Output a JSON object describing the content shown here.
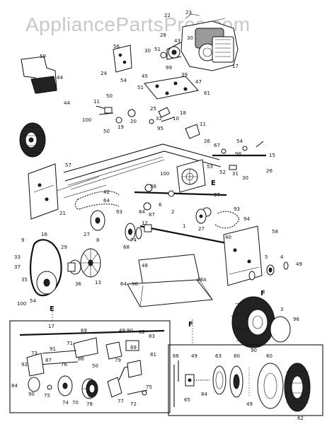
{
  "watermark": "AppliancePartsPros.com",
  "section_labels": {
    "detail_e_inset": "E",
    "detail_e_callout": "E",
    "detail_f_inset": "F",
    "detail_f_callout": "F"
  },
  "callouts": {
    "n22": "22",
    "n23": "23",
    "n43": "43",
    "n28": "28",
    "n30": "30",
    "n17": "17",
    "n59": "59",
    "n44a": "44",
    "n44b": "44",
    "n56": "56",
    "n24": "24",
    "n54a": "54",
    "n30b": "30",
    "n51": "51",
    "n99": "99",
    "n45": "45",
    "n39": "39",
    "n47": "47",
    "n51b": "51",
    "n61": "61",
    "n50a": "50",
    "n11": "11",
    "n100a": "100",
    "n50b": "50",
    "n19": "19",
    "n20": "20",
    "n25": "25",
    "n32": "32",
    "n95": "95",
    "n18": "18",
    "n10": "10",
    "n11b": "11",
    "n26a": "26",
    "n67": "67",
    "n54b": "54",
    "n98": "98",
    "n15": "15",
    "n26b": "26",
    "n30c": "30",
    "n31": "31",
    "n57": "57",
    "n100b": "100",
    "n53": "53",
    "n52": "52",
    "n38": "38",
    "n97": "97",
    "n42": "42",
    "n64": "64",
    "n21": "21",
    "n27a": "27",
    "n8": "8",
    "n93a": "93",
    "n84a": "84",
    "n87": "87",
    "n6": "6",
    "n2": "2",
    "n93b": "93",
    "n94": "94",
    "n27b": "27",
    "n12": "12",
    "n74": "74",
    "n68": "68",
    "n1": "1",
    "n58": "58",
    "n9": "9",
    "n16": "16",
    "n33": "33",
    "n37": "37",
    "n35": "35",
    "n29": "29",
    "n36": "36",
    "n13": "13",
    "n100c": "100",
    "n54c": "54",
    "n48": "48",
    "n48a": "48A",
    "n64b": "64",
    "n96a": "96",
    "n40": "40",
    "n5": "5",
    "n4": "4",
    "n49a": "49",
    "n3": "3",
    "n96b": "96",
    "n90": "90",
    "n17b": "17",
    "n69": "69",
    "n4990": "49 90",
    "n82": "82",
    "n83": "83",
    "n89": "89",
    "n81": "81",
    "n71": "71",
    "n73": "73",
    "n91": "91",
    "n87b": "87",
    "n76": "76",
    "n86": "86",
    "n50c": "50",
    "n79": "79",
    "n92": "92",
    "n84b": "84",
    "n90b": "90",
    "n75a": "75",
    "n74b": "74",
    "n70": "70",
    "n78": "78",
    "n77": "77",
    "n72": "72",
    "n75b": "75",
    "n66": "66",
    "n49b": "49",
    "n63": "63",
    "n80": "80",
    "n60": "60",
    "n84c": "84",
    "n65": "65",
    "n49c": "49",
    "n62": "62"
  },
  "colors": {
    "ink": "#111111",
    "watermark": "#c8c8c8",
    "paper": "#ffffff"
  }
}
